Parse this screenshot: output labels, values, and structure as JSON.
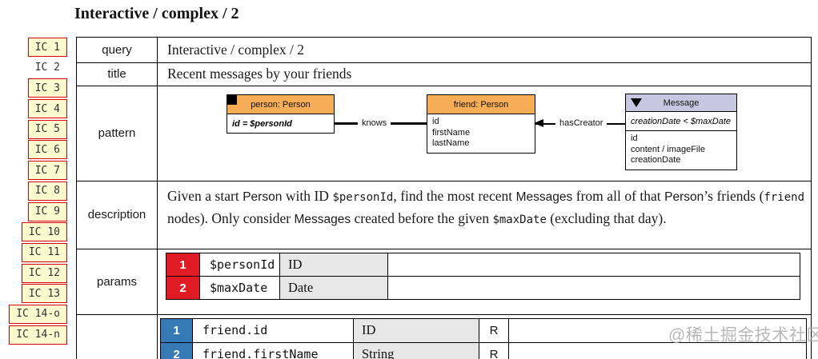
{
  "page_heading": "Interactive / complex / 2",
  "sidebar": {
    "items": [
      {
        "label": "IC 1",
        "boxed": true
      },
      {
        "label": "IC 2",
        "boxed": false
      },
      {
        "label": "IC 3",
        "boxed": true
      },
      {
        "label": "IC 4",
        "boxed": true
      },
      {
        "label": "IC 5",
        "boxed": true
      },
      {
        "label": "IC 6",
        "boxed": true
      },
      {
        "label": "IC 7",
        "boxed": true
      },
      {
        "label": "IC 8",
        "boxed": true
      },
      {
        "label": "IC 9",
        "boxed": true
      },
      {
        "label": "IC 10",
        "boxed": true
      },
      {
        "label": "IC 11",
        "boxed": true
      },
      {
        "label": "IC 12",
        "boxed": true
      },
      {
        "label": "IC 13",
        "boxed": true
      },
      {
        "label": "IC 14-o",
        "boxed": true
      },
      {
        "label": "IC 14-n",
        "boxed": true
      }
    ]
  },
  "table": {
    "row_labels": {
      "query": "query",
      "title": "title",
      "pattern": "pattern",
      "description": "description",
      "params": "params"
    },
    "query_value": "Interactive / complex / 2",
    "title_value": "Recent messages by your friends"
  },
  "pattern": {
    "person": {
      "header": "person: Person",
      "constraint": "id = $personId"
    },
    "friend": {
      "header": "friend: Person",
      "attrs": [
        "id",
        "firstName",
        "lastName"
      ]
    },
    "message": {
      "header": "Message",
      "constraint": "creationDate < $maxDate",
      "attrs": [
        "id",
        "content / imageFile",
        "creationDate"
      ]
    },
    "edges": {
      "knows": "knows",
      "hasCreator": "hasCreator"
    }
  },
  "description": {
    "parts": [
      "Given a start ",
      "Person",
      " with ID ",
      "$personId",
      ", find the most recent ",
      "Messages",
      " from all of that ",
      "Person",
      "’s friends (",
      "friend",
      " nodes). Only consider ",
      "Messages",
      " created before the given ",
      "$maxDate",
      " (excluding that day)."
    ]
  },
  "params": {
    "rows": [
      {
        "num": "1",
        "name": "$personId",
        "type": "ID"
      },
      {
        "num": "2",
        "name": "$maxDate",
        "type": "Date"
      }
    ]
  },
  "results": {
    "rows": [
      {
        "num": "1",
        "name": "friend.id",
        "type": "ID",
        "flag": "R"
      },
      {
        "num": "2",
        "name": "friend.firstName",
        "type": "String",
        "flag": "R"
      }
    ]
  },
  "watermark": "@稀土掘金技术社区",
  "colors": {
    "sidebar_bg": "#fbfbcf",
    "sidebar_border": "#d40000",
    "uml_person_header": "#f7ad56",
    "uml_message_header": "#c7c7e2",
    "param_num_bg": "#e01b24",
    "result_num_bg": "#3579b5",
    "type_cell_bg": "#e7e7e7",
    "table_border": "#000000"
  }
}
